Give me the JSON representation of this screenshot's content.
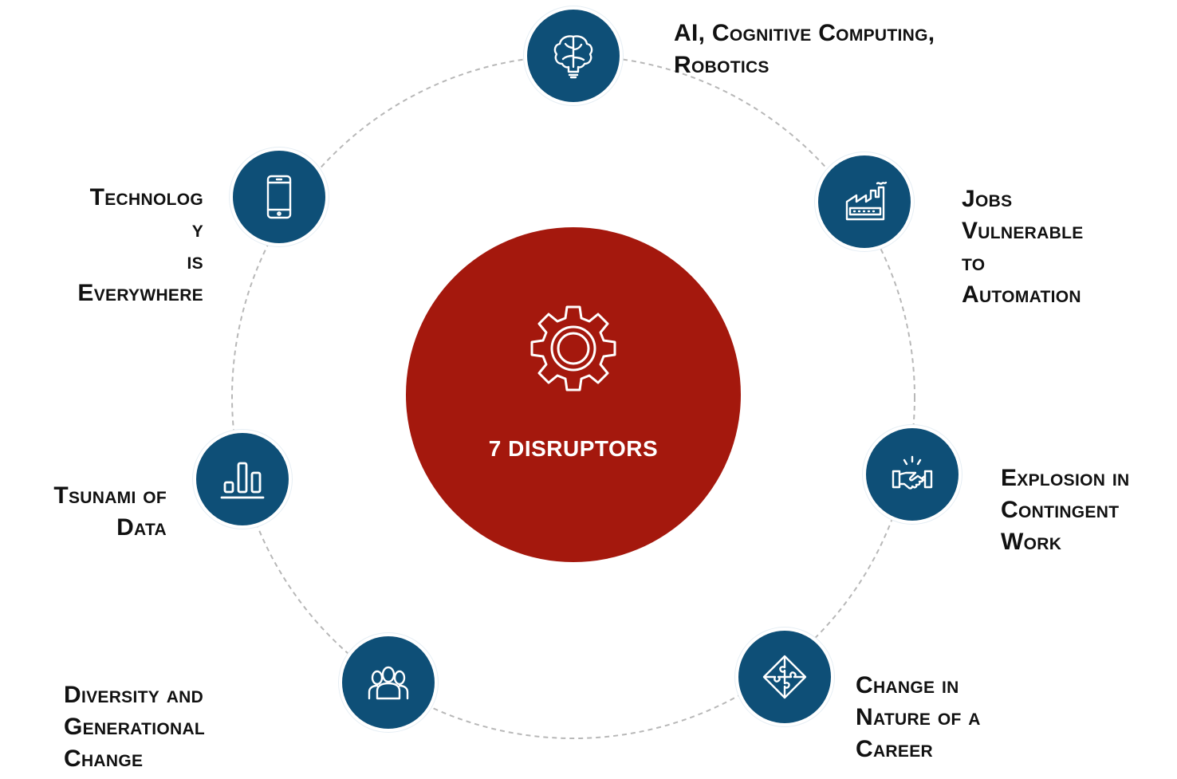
{
  "center": {
    "title": "7 DISRUPTORS",
    "icon": "gear-icon",
    "color": "#a4180d"
  },
  "node_color": "#0e4f77",
  "disruptors": [
    {
      "id": "ai",
      "icon": "brain-lightbulb-icon",
      "lines": [
        "AI, Cognitive Computing,",
        "Robotics"
      ]
    },
    {
      "id": "jobs",
      "icon": "factory-icon",
      "lines": [
        "Jobs",
        "Vulnerable",
        "to",
        "Automation"
      ]
    },
    {
      "id": "contingent",
      "icon": "handshake-icon",
      "lines": [
        "Explosion in",
        "Contingent",
        "Work"
      ]
    },
    {
      "id": "career",
      "icon": "puzzle-icon",
      "lines": [
        "Change in",
        "Nature of a",
        "Career"
      ]
    },
    {
      "id": "diversity",
      "icon": "people-group-icon",
      "lines": [
        "Diversity and",
        "Generational",
        "Change"
      ]
    },
    {
      "id": "data",
      "icon": "bar-chart-icon",
      "lines": [
        "Tsunami of",
        "Data"
      ]
    },
    {
      "id": "technology",
      "icon": "smartphone-icon",
      "lines": [
        "Technolog",
        "y",
        "is",
        "Everywhere"
      ]
    }
  ]
}
